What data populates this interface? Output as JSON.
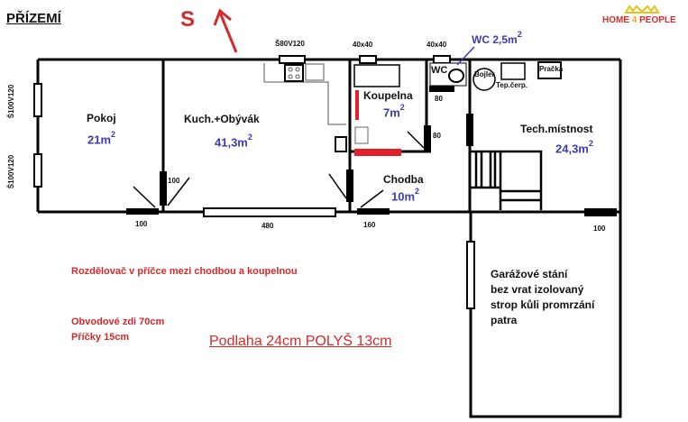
{
  "title": "PŘÍZEMÍ",
  "north_marker": "S",
  "logo": {
    "text_left": "HOME ",
    "text_digit": "4",
    "text_right": " PEOPLE",
    "color": "#d62e2e",
    "crown_color": "#e8c21a"
  },
  "rooms": [
    {
      "name": "Pokoj",
      "area": "21m",
      "exp": "2"
    },
    {
      "name": "Kuch.+Obývák",
      "area": "41,3m",
      "exp": "2"
    },
    {
      "name": "Koupelna",
      "area": "7m",
      "exp": "2"
    },
    {
      "name": "Chodba",
      "area": "10m",
      "exp": "2"
    },
    {
      "name": "Tech.místnost",
      "area": "24,3m",
      "exp": "2"
    },
    {
      "name": "WC",
      "area": "WC  2,5m",
      "exp": "2"
    }
  ],
  "fixtures": {
    "boiler": "Bojler",
    "heat_pump": "Tep.čerp.",
    "washer": "Pračka",
    "wc_label": "WC"
  },
  "dimensions": {
    "window_kitchen": "Š80V120",
    "window_bath": "40x40",
    "window_wc": "40x40",
    "window_left_top": "Š100V120",
    "window_left_bottom": "Š100V120",
    "door_pokoj": "100",
    "door_kitchen": "100",
    "window_480": "480",
    "door_chodba": "160",
    "door_wc": "80",
    "door_bath": "80",
    "door_tech": "100"
  },
  "garage_note": [
    "Garážové stání",
    "bez vrat izolovaný",
    "strop kůli promrzání",
    "patra"
  ],
  "notes": {
    "distributor": "Rozdělovač v příčce mezi chodbou a koupelnou",
    "outer_walls": "Obvodové zdi 70cm",
    "partitions": "Příčky 15cm",
    "floor": "Podlaha 24cm POLYŠ 13cm"
  },
  "colors": {
    "area_text": "#3b3bb3",
    "note_red": "#d42a2a",
    "wall": "#000000",
    "radiator": "#e0202a"
  }
}
